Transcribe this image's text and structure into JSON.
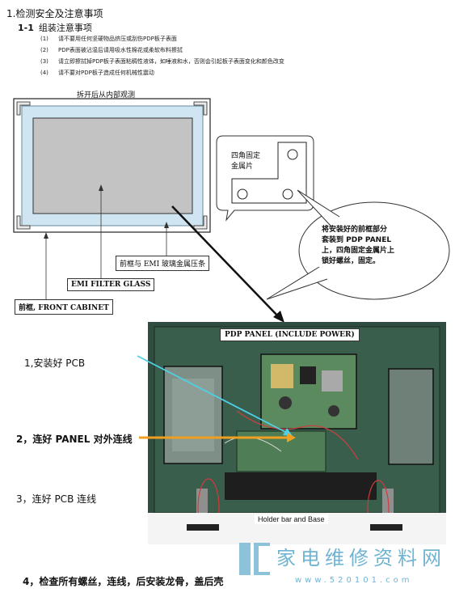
{
  "header": {
    "title": "1.检测安全及注意事项",
    "sub_no": "1-1",
    "sub_text": "组装注意事项"
  },
  "rules": [
    {
      "n": "(1)",
      "text": "请不要用任何坚硬物品挤压或刮伤PDP板子表面"
    },
    {
      "n": "(2)",
      "text": "PDP表面被沾湿后请用吸水性棉花或柔软布料擦拭"
    },
    {
      "n": "(3)",
      "text": "请立即擦拭掉PDP板子表面粘稠性液体，如唾液和水，否则会引起板子表面变化和颜色改变"
    },
    {
      "n": "(4)",
      "text": "请不要对PDP板子造成任何机械性震动"
    }
  ],
  "diagram": {
    "title": "拆开后从内部观测",
    "corner_bubble": [
      "四角固定",
      "金属片"
    ],
    "right_bubble": [
      "将安装好的前框部分",
      "套装到 PDP PANEL",
      "上，四角固定金属片上",
      "锁好螺丝，固定。"
    ],
    "label_emi_strip": "前框与 EMI 玻璃金属压条",
    "label_emi_glass": "EMI FILTER GLASS",
    "label_front_cabinet": "前框, FRONT CABINET"
  },
  "photo": {
    "pdp_label": "PDP PANEL (INCLUDE POWER)",
    "holder_label": "Holder bar and Base"
  },
  "steps": [
    {
      "text": "1,安装好 PCB"
    },
    {
      "text": "2，连好 PANEL 对外连线"
    },
    {
      "text": "3，连好 PCB 连线"
    },
    {
      "text": "4，检查所有螺丝，连线，后安装龙骨，盖后壳"
    }
  ],
  "watermark": {
    "cn": "家电维修资料网",
    "url": "www.520101.com"
  }
}
